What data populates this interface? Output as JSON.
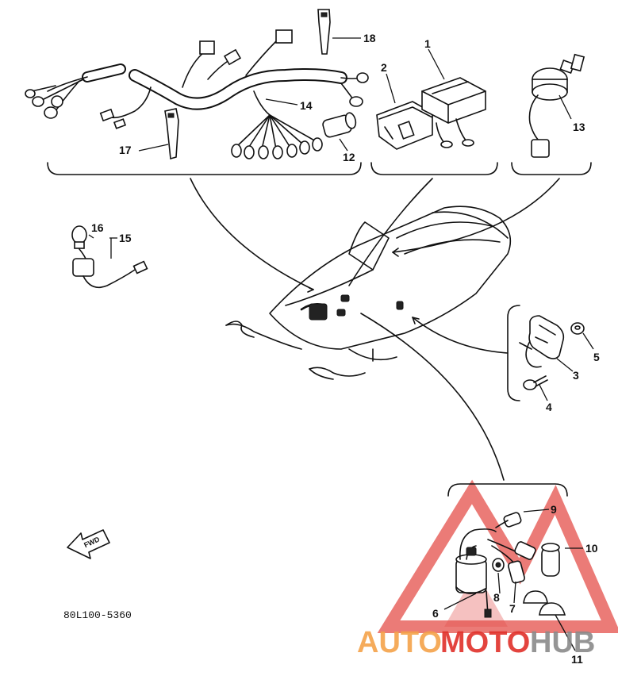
{
  "diagram": {
    "part_code": "80L100-5360",
    "direction_label": "FWD",
    "callouts": {
      "c1": "1",
      "c2": "2",
      "c3": "3",
      "c4": "4",
      "c5": "5",
      "c6": "6",
      "c7": "7",
      "c8": "8",
      "c9": "9",
      "c10": "10",
      "c11": "11",
      "c12": "12",
      "c13": "13",
      "c14": "14",
      "c15": "15",
      "c16": "16",
      "c17": "17",
      "c18": "18"
    }
  },
  "watermark": {
    "word_part1": "AUTO",
    "word_part2": "MOTO",
    "word_part3": "HUB",
    "color_orange": "#f4a24a",
    "color_red": "#e0302a",
    "color_gray": "#8a8a8a"
  }
}
